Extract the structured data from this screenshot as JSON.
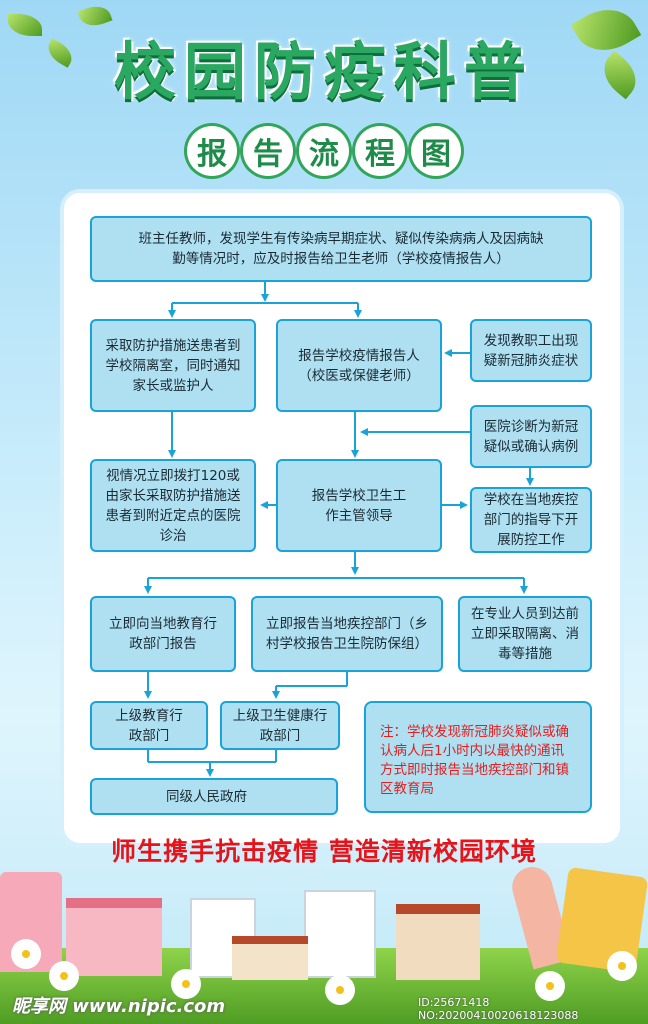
{
  "title": "校园防疫科普",
  "subtitle_chars": [
    "报",
    "告",
    "流",
    "程",
    "图"
  ],
  "boxes": {
    "top": "班主任教师，发现学生有传染病早期症状、疑似传染病病人及因病缺勤等情况时，应及时报告给卫生老师（学校疫情报告人）",
    "isolate": "采取防护措施送患者到学校隔离室，同时通知家长或监护人",
    "reporter": "报告学校疫情报告人（校医或保健老师）",
    "staff": "发现教职工出现疑新冠肺炎症状",
    "hospital_diag": "医院诊断为新冠疑似或确认病例",
    "call120": "视情况立即拨打120或由家长采取防护措施送患者到附近定点的医院诊治",
    "leader": "报告学校卫生工作主管领导",
    "cdc_guide": "学校在当地疾控部门的指导下开展防控工作",
    "edu_report": "立即向当地教育行政部门报告",
    "cdc_report": "立即报告当地疾控部门（乡村学校报告卫生院防保组）",
    "measures": "在专业人员到达前立即采取隔离、消毒等措施",
    "upper_edu": "上级教育行政部门",
    "upper_health": "上级卫生健康行政部门",
    "gov": "同级人民政府"
  },
  "note": "注：学校发现新冠肺炎疑似或确认病人后1小时内以最快的通讯方式即时报告当地疾控部门和镇区教育局",
  "slogan": "师生携手抗击疫情 营造清新校园环境",
  "watermark": "昵享网 www.nipic.com",
  "watermark_id": "ID:25671418 NO:20200410020618123088",
  "colors": {
    "box_fill": "#aee0f2",
    "box_border": "#1aa3d6",
    "arrow": "#1aa3d6",
    "title_green": "#2aa861",
    "slogan_red": "#e5141b",
    "note_red": "#e41e1e"
  }
}
